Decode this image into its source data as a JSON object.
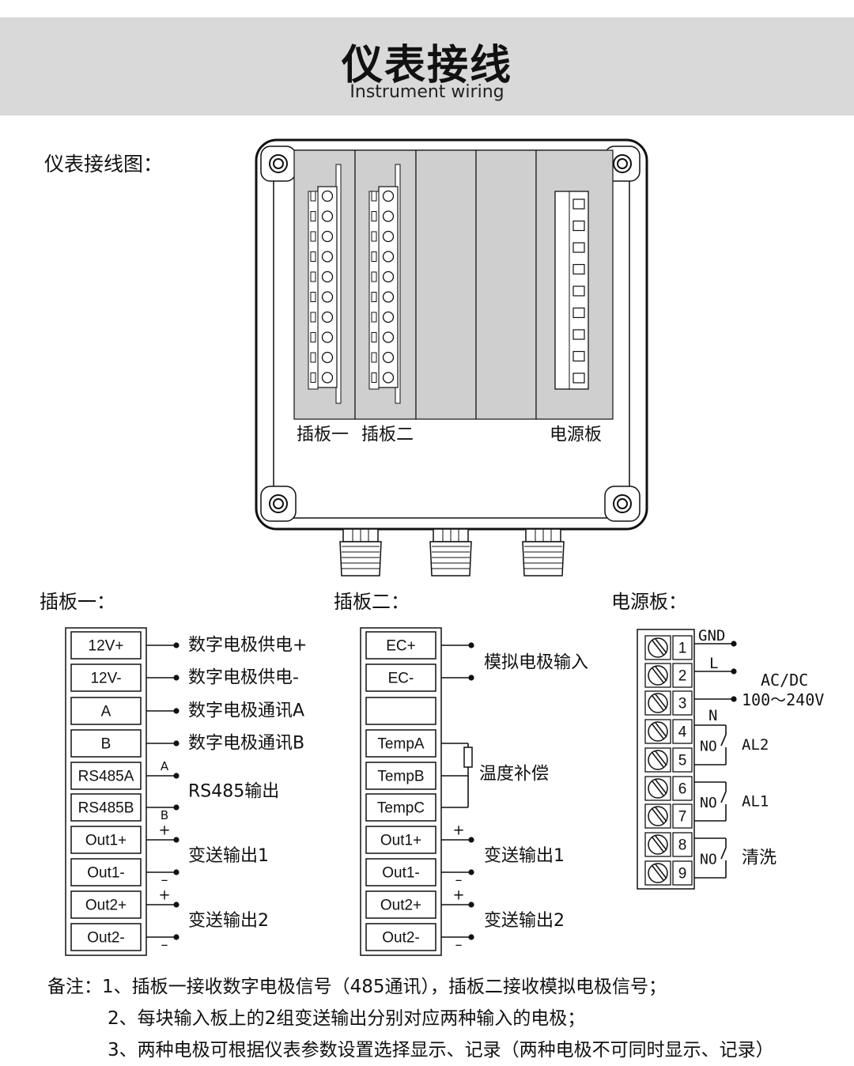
{
  "header": {
    "title": "仪表接线",
    "subtitle": "Instrument wiring"
  },
  "diagram_label": "仪表接线图：",
  "enclosure": {
    "slot_labels": [
      "插板一",
      "插板二",
      "电源板"
    ]
  },
  "board1": {
    "section_title": "插板一：",
    "terminals": [
      "12V+",
      "12V-",
      "A",
      "B",
      "RS485A",
      "RS485B",
      "Out1+",
      "Out1-",
      "Out2+",
      "Out2-"
    ],
    "signals": [
      "数字电极供电+",
      "数字电极供电-",
      "数字电极通讯A",
      "数字电极通讯B",
      "RS485输出",
      "变送输出1",
      "变送输出2"
    ],
    "marks": [
      "A",
      "B",
      "+",
      "–",
      "+",
      "–"
    ]
  },
  "board2": {
    "section_title": "插板二：",
    "terminals": [
      "EC+",
      "EC-",
      "",
      "TempA",
      "TempB",
      "TempC",
      "Out1+",
      "Out1-",
      "Out2+",
      "Out2-"
    ],
    "signals": [
      "模拟电极输入",
      "温度补偿",
      "变送输出1",
      "变送输出2"
    ],
    "marks": [
      "+",
      "–",
      "+",
      "–"
    ]
  },
  "power_board": {
    "section_title": "电源板：",
    "terminals": [
      "1",
      "2",
      "3",
      "4",
      "5",
      "6",
      "7",
      "8",
      "9"
    ],
    "wire_labels": [
      "GND",
      "L",
      "N"
    ],
    "supply_label_1": "AC/DC",
    "supply_label_2": "100～240V",
    "contact_label": "NO",
    "relays": [
      "AL2",
      "AL1",
      "清洗"
    ]
  },
  "notes": {
    "prefix": "备注：",
    "lines": [
      "1、插板一接收数字电极信号（485通讯），插板二接收模拟电极信号；",
      "2、每块输入板上的2组变送输出分别对应两种输入的电极；",
      "3、两种电极可根据仪表参数设置选择显示、记录（两种电极不可同时显示、记录）"
    ]
  }
}
